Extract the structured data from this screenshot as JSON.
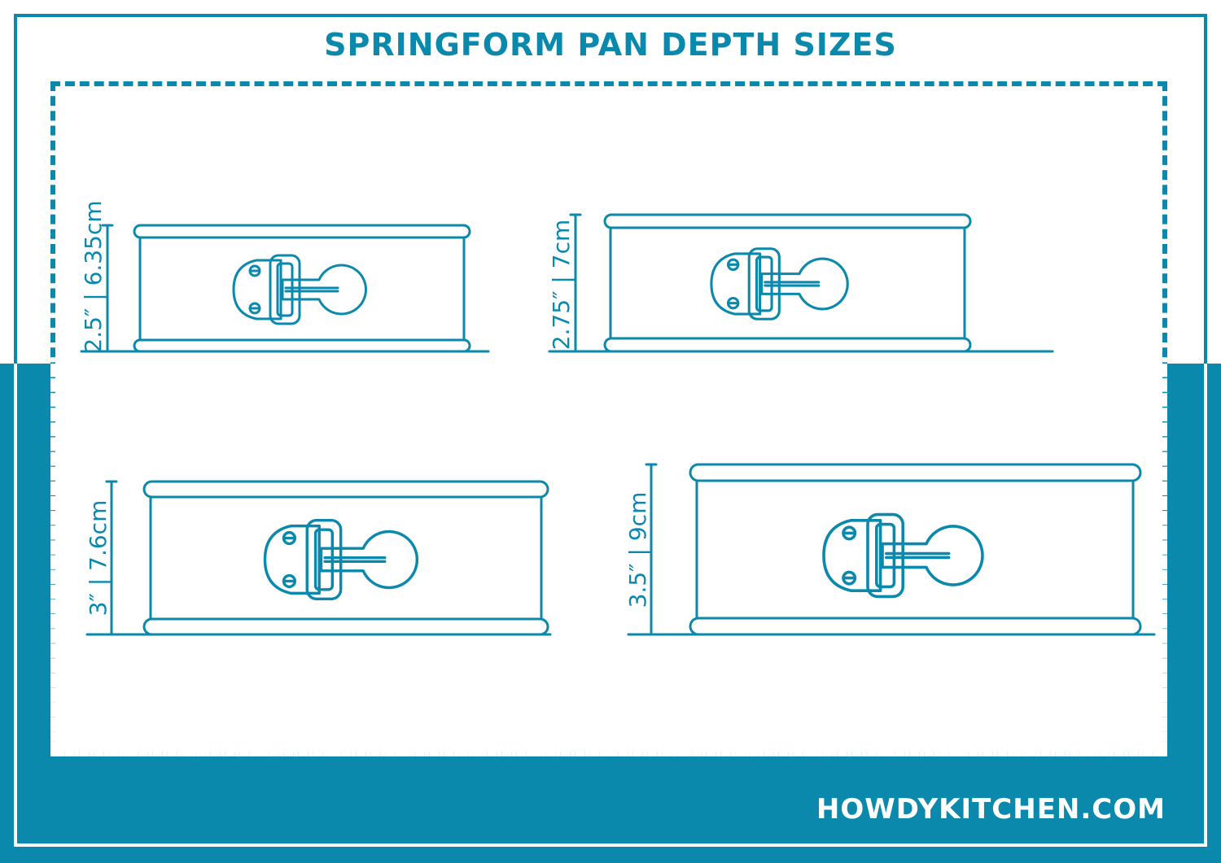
{
  "title": "SPRINGFORM PAN DEPTH SIZES",
  "site": "HOWDYKITCHEN.COM",
  "colors": {
    "primary": "#0a89ad",
    "background": "#ffffff"
  },
  "pans": [
    {
      "id": "pan-2-5",
      "depth_in": 2.5,
      "label": "2.5″ | 6.35cm"
    },
    {
      "id": "pan-2-75",
      "depth_in": 2.75,
      "label": "2.75″ | 7cm"
    },
    {
      "id": "pan-3",
      "depth_in": 3,
      "label": "3″ | 7.6cm"
    },
    {
      "id": "pan-3-5",
      "depth_in": 3.5,
      "label": "3.5″ | 9cm"
    }
  ]
}
